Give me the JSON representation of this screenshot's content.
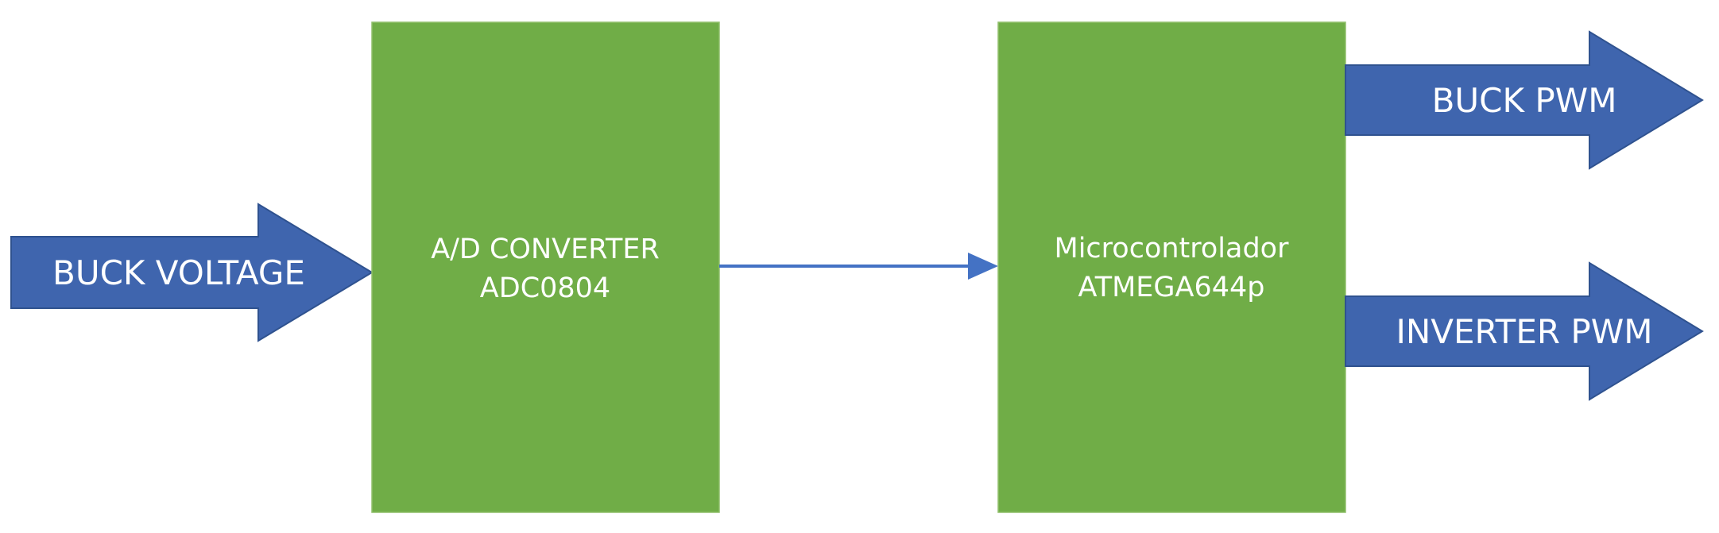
{
  "colors": {
    "block_fill": "#70AD47",
    "block_stroke": "#8FBF6A",
    "arrow_fill": "#3F65AE",
    "arrow_stroke": "#2F528F",
    "connector": "#4472C4",
    "text": "#FFFFFF"
  },
  "input": {
    "label": "BUCK VOLTAGE"
  },
  "adc_block": {
    "line1": "A/D CONVERTER",
    "line2": "ADC0804"
  },
  "mcu_block": {
    "line1": "Microcontrolador",
    "line2": "ATMEGA644p"
  },
  "outputs": [
    {
      "label": "BUCK PWM"
    },
    {
      "label": "INVERTER PWM"
    }
  ]
}
